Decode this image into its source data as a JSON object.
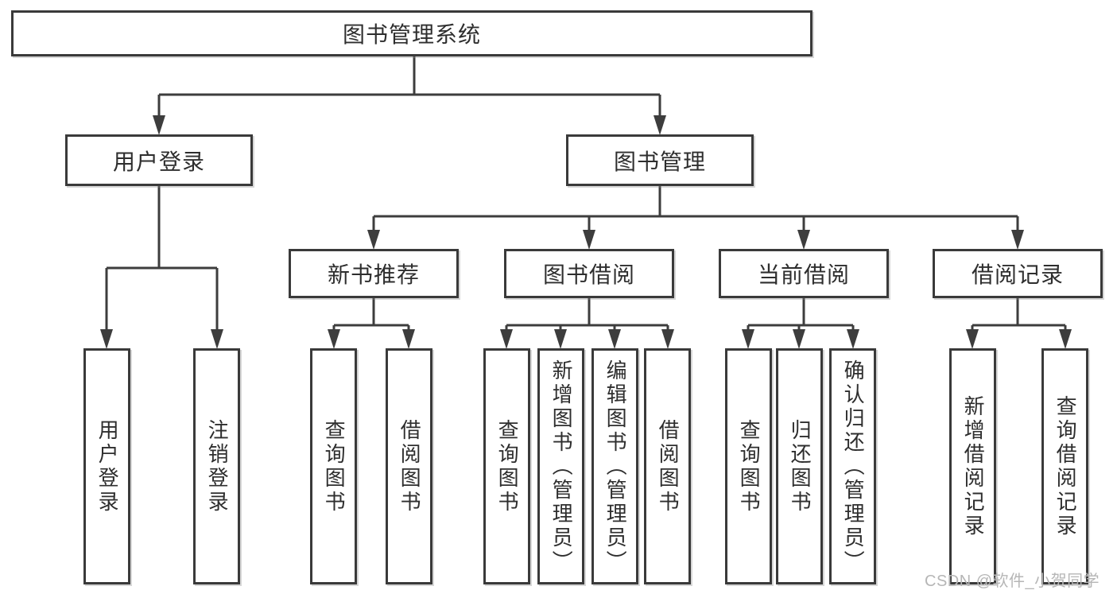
{
  "diagram": {
    "root": {
      "label": "图书管理系统",
      "children": [
        {
          "label": "用户登录",
          "children": [
            {
              "label": "用户登录"
            },
            {
              "label": "注销登录"
            }
          ]
        },
        {
          "label": "图书管理",
          "children": [
            {
              "label": "新书推荐",
              "children": [
                {
                  "label": "查询图书"
                },
                {
                  "label": "借阅图书"
                }
              ]
            },
            {
              "label": "图书借阅",
              "children": [
                {
                  "label": "查询图书"
                },
                {
                  "label": "新增图书（管理员）"
                },
                {
                  "label": "编辑图书（管理员）"
                },
                {
                  "label": "借阅图书"
                }
              ]
            },
            {
              "label": "当前借阅",
              "children": [
                {
                  "label": "查询图书"
                },
                {
                  "label": "归还图书"
                },
                {
                  "label": "确认归还（管理员）"
                }
              ]
            },
            {
              "label": "借阅记录",
              "children": [
                {
                  "label": "新增借阅记录"
                },
                {
                  "label": "查询借阅记录"
                }
              ]
            }
          ]
        }
      ]
    }
  },
  "watermark": {
    "text": "CSDN @软件_小贺同学"
  },
  "colors": {
    "line": "#3d3d3d",
    "box_border": "#3a3a3a",
    "text": "#2e2e2e",
    "watermark": "#b6b6b6",
    "background": "#ffffff"
  }
}
